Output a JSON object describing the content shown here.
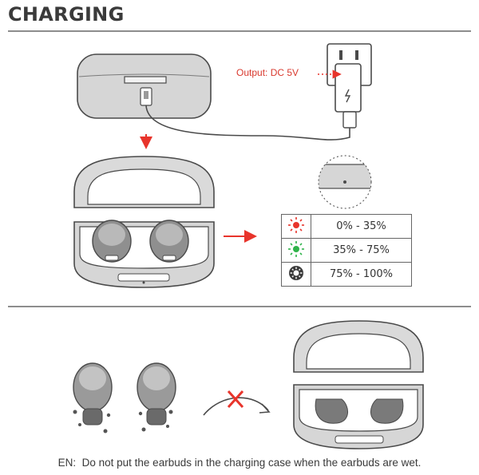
{
  "page": {
    "title": "CHARGING",
    "output_label": "Output: DC 5V",
    "battery_levels": [
      {
        "icon": "red-led-icon",
        "color": "#e8342b",
        "range": "0% - 35%"
      },
      {
        "icon": "green-led-icon",
        "color": "#2fb34a",
        "range": "35% - 75%"
      },
      {
        "icon": "white-led-icon",
        "color": "#3b3b3b",
        "range": "75% - 100%"
      }
    ],
    "warning": {
      "prefix": "EN:",
      "text": "Do not put the earbuds in the charging case when the earbuds are wet."
    },
    "colors": {
      "accent": "#e8342b",
      "outline": "#4a4a4a",
      "fill": "#d4d4d4"
    }
  }
}
